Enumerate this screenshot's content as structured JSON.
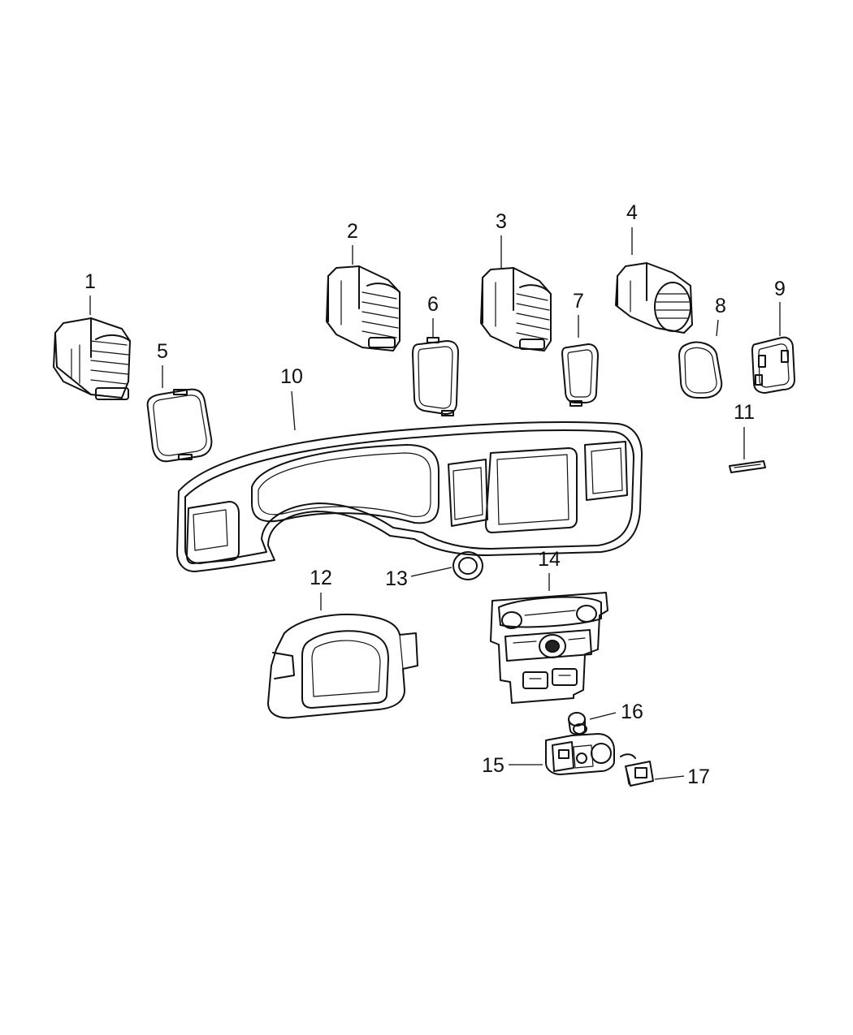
{
  "callouts": [
    {
      "number": "1"
    },
    {
      "number": "2"
    },
    {
      "number": "3"
    },
    {
      "number": "4"
    },
    {
      "number": "5"
    },
    {
      "number": "6"
    },
    {
      "number": "7"
    },
    {
      "number": "8"
    },
    {
      "number": "9"
    },
    {
      "number": "10"
    },
    {
      "number": "11"
    },
    {
      "number": "12"
    },
    {
      "number": "13"
    },
    {
      "number": "14"
    },
    {
      "number": "15"
    },
    {
      "number": "16"
    },
    {
      "number": "17"
    }
  ]
}
